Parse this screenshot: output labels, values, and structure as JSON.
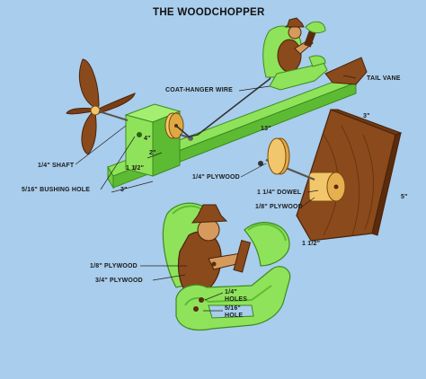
{
  "title": "THE WOODCHOPPER",
  "labels": {
    "coat_hanger_wire": "COAT-HANGER WIRE",
    "tail_vane": "TAIL VANE",
    "shaft": "1/4\" SHAFT",
    "bushing_hole": "5/16\" BUSHING HOLE",
    "plywood_quarter": "1/4\" PLYWOOD",
    "dowel": "1 1/4\" DOWEL",
    "plywood_eighth_top": "1/8\" PLYWOOD",
    "plywood_eighth_left": "1/8\" PLYWOOD",
    "plywood_three_quarter": "3/4\" PLYWOOD",
    "holes_quarter_a": "1/4\"",
    "holes_quarter_b": "HOLES",
    "hole_5_16_a": "5/16\"",
    "hole_5_16_b": "HOLE"
  },
  "dimensions": {
    "length_13": "13\"",
    "height_4": "4\"",
    "width_2": "2\"",
    "depth_1_half": "1 1/2\"",
    "base_3": "3\"",
    "vane_3": "3\"",
    "vane_5": "5\"",
    "vane_1_half": "1 1/2\""
  },
  "colors": {
    "background": "#a9cdec",
    "base_green": "#8fe35a",
    "base_green_dark": "#5dbb33",
    "wood_brown": "#8a4a1c",
    "wood_dark": "#5a2b0c",
    "skin_tan": "#d59a5c",
    "dowel_yellow": "#f2c66a"
  }
}
